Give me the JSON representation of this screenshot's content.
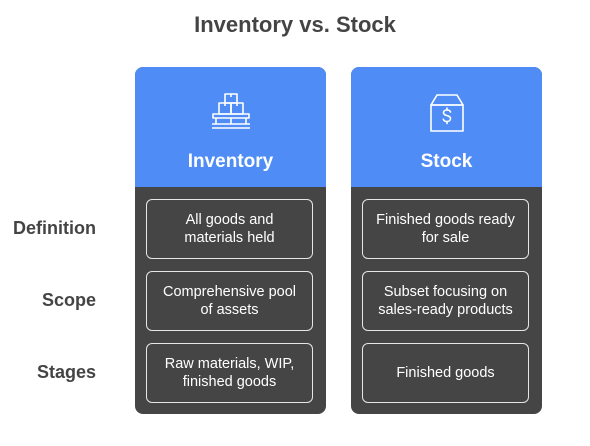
{
  "title": "Inventory vs. Stock",
  "rows": {
    "definition": "Definition",
    "scope": "Scope",
    "stages": "Stages"
  },
  "columns": {
    "inventory": {
      "title": "Inventory",
      "icon": "stacked-boxes-on-pallet-icon",
      "definition": "All goods and materials held",
      "scope": "Comprehensive pool of assets",
      "stages": "Raw materials, WIP, finished goods"
    },
    "stock": {
      "title": "Stock",
      "icon": "box-with-dollar-icon",
      "definition": "Finished goods ready for sale",
      "scope": "Subset focusing on sales-ready products",
      "stages": "Finished goods"
    }
  },
  "colors": {
    "header": "#4f8cf6",
    "body": "#454545",
    "text_dark": "#444444"
  }
}
